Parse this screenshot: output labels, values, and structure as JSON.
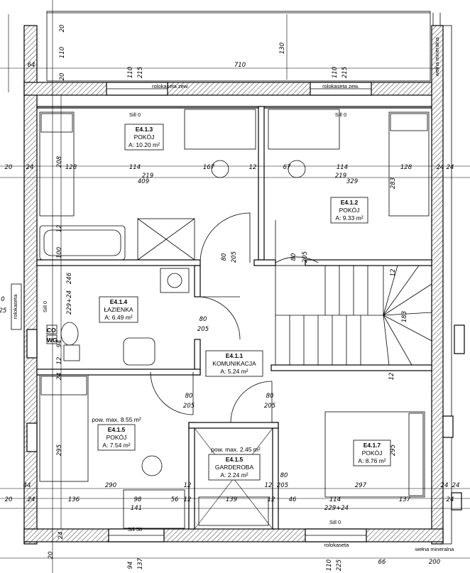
{
  "rooms": [
    {
      "code": "E4.1.3",
      "name": "POKÓJ",
      "area": "A: 10.20 m²"
    },
    {
      "code": "E4.1.2",
      "name": "POKÓJ",
      "area": "A: 9.33 m²"
    },
    {
      "code": "E4.1.4",
      "name": "ŁAZIENKA",
      "area": "A: 6.49 m²"
    },
    {
      "code": "E4.1.1",
      "name": "KOMUNIKACJA",
      "area": "A: 5.24 m²"
    },
    {
      "code": "E4.1.5",
      "name": "POKÓJ",
      "area": "A: 7.54 m²",
      "note": "pow. max. 8.55 m²"
    },
    {
      "code": "E4.1.5",
      "name": "GARDEROBA",
      "area": "A: 2.24 m²",
      "note": "pow. max. 2.45 m²"
    },
    {
      "code": "E4.1.7",
      "name": "POKÓJ",
      "area": "A: 8.76 m²"
    }
  ],
  "labels": {
    "rolokaseta_zew_left": "rolokaseta zew.",
    "rolokaseta_zew_right": "rolokaseta zew.",
    "rolokaseta_bottom": "rolokaseta",
    "rolokaseta_side": "rolokaseta",
    "sill_left": "Sill 0",
    "sill_right": "Sill 0",
    "sill_bath": "Sill 0",
    "sill_58": "Sill 58",
    "sill_bottom_right": "Sill 0",
    "co": "CO",
    "wg": "WG",
    "welna_top": "wełna mineralna",
    "welna_bottom": "wełna mineralna"
  },
  "dims": {
    "top_710": "710",
    "top_130": "130",
    "top_110a": "110",
    "top_215a": "215",
    "top_110b": "110",
    "top_215b": "215",
    "left_20": "20",
    "left_110": "110",
    "left_20b": "20",
    "left_64": "64",
    "r1_20": "20",
    "r1_24a": "24",
    "r1_128a": "128",
    "r1_114a": "114",
    "r1_167": "167",
    "r1_12a": "12",
    "r1_67": "67",
    "r1_114b": "114",
    "r1_128b": "128",
    "r1_24b": "24",
    "r1_24c": "24",
    "r1_219a": "219",
    "r1_409": "409",
    "r1_219b": "219",
    "r1_329": "329",
    "v_208": "208",
    "v_283": "283",
    "v_12a": "12",
    "v_100": "100",
    "v_246": "246",
    "v_229": "229+24",
    "v_94": "94",
    "v_12b": "12",
    "v_24": "24",
    "d80a": "80",
    "d205a": "205",
    "d80b": "80",
    "d205b": "205",
    "d80c": "80",
    "d205c": "205",
    "d80d": "80",
    "d205d": "205",
    "d80e": "80",
    "d205e": "205",
    "d80f": "80",
    "d205f": "205",
    "v_183": "183",
    "v_12c": "12",
    "v_12d": "12",
    "v_295a": "295",
    "v_295b": "295",
    "r2_44": "44",
    "r2_290": "290",
    "r2_12a": "12",
    "r2_12b": "12",
    "r2_297": "297",
    "r2_24a": "24",
    "r2_24b": "24",
    "r3_20": "20",
    "r3_24": "24",
    "r3_136": "136",
    "r3_98": "98",
    "r3_56": "56",
    "r3_12a": "12",
    "r3_139": "139",
    "r3_12b": "12",
    "r3_46": "46",
    "r3_114": "114",
    "r3_137": "137",
    "r3_24b": "24",
    "r3_141": "141",
    "r3_229": "229+24",
    "b_20": "20",
    "b_24": "24",
    "b_94": "94",
    "b_137": "137",
    "b_110": "110",
    "b_225": "225",
    "b_66": "66",
    "b_200": "200",
    "side_0": "0",
    "side_25": "25"
  }
}
